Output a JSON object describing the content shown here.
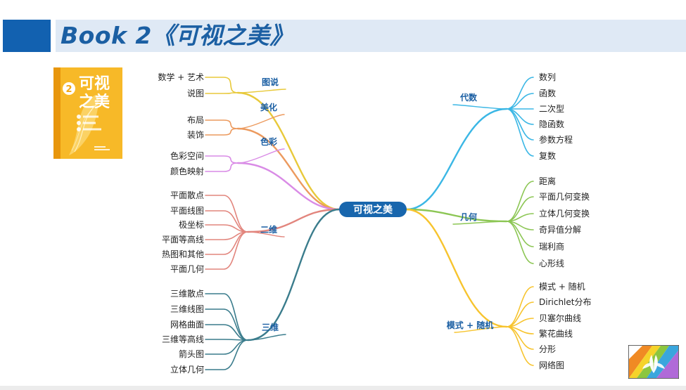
{
  "slide": {
    "title": "Book 2《可视之美》"
  },
  "book": {
    "cover_number": "2",
    "cover_title_line1": "可视",
    "cover_title_line2": "之美",
    "color": "#f6b21b"
  },
  "mindmap": {
    "center": {
      "label": "可视之美",
      "color": "#1866ad"
    },
    "left": [
      {
        "label": "图说",
        "color": "#e8c93a",
        "children": [
          "数学 + 艺术",
          "说图"
        ]
      },
      {
        "label": "美化",
        "color": "#ec9a5e",
        "children": [
          "布局",
          "装饰"
        ]
      },
      {
        "label": "色彩",
        "color": "#d98be6",
        "children": [
          "色彩空间",
          "颜色映射"
        ]
      },
      {
        "label": "二维",
        "color": "#e2857d",
        "children": [
          "平面散点",
          "平面线图",
          "极坐标",
          "平面等高线",
          "热图和其他",
          "平面几何"
        ]
      },
      {
        "label": "三维",
        "color": "#3a7c8c",
        "children": [
          "三维散点",
          "三维线图",
          "网格曲面",
          "三维等高线",
          "箭头图",
          "立体几何"
        ]
      }
    ],
    "right": [
      {
        "label": "代数",
        "color": "#3bb7e5",
        "children": [
          "数列",
          "函数",
          "二次型",
          "隐函数",
          "参数方程",
          "复数"
        ]
      },
      {
        "label": "几何",
        "color": "#8cc654",
        "children": [
          "距离",
          "平面几何变换",
          "立体几何变换",
          "奇异值分解",
          "瑞利商",
          "心形线"
        ]
      },
      {
        "label": "模式 + 随机",
        "color": "#f7c42e",
        "children": [
          "模式 + 随机",
          "Dirichlet分布",
          "贝塞尔曲线",
          "繁花曲线",
          "分形",
          "网络图"
        ]
      }
    ]
  }
}
